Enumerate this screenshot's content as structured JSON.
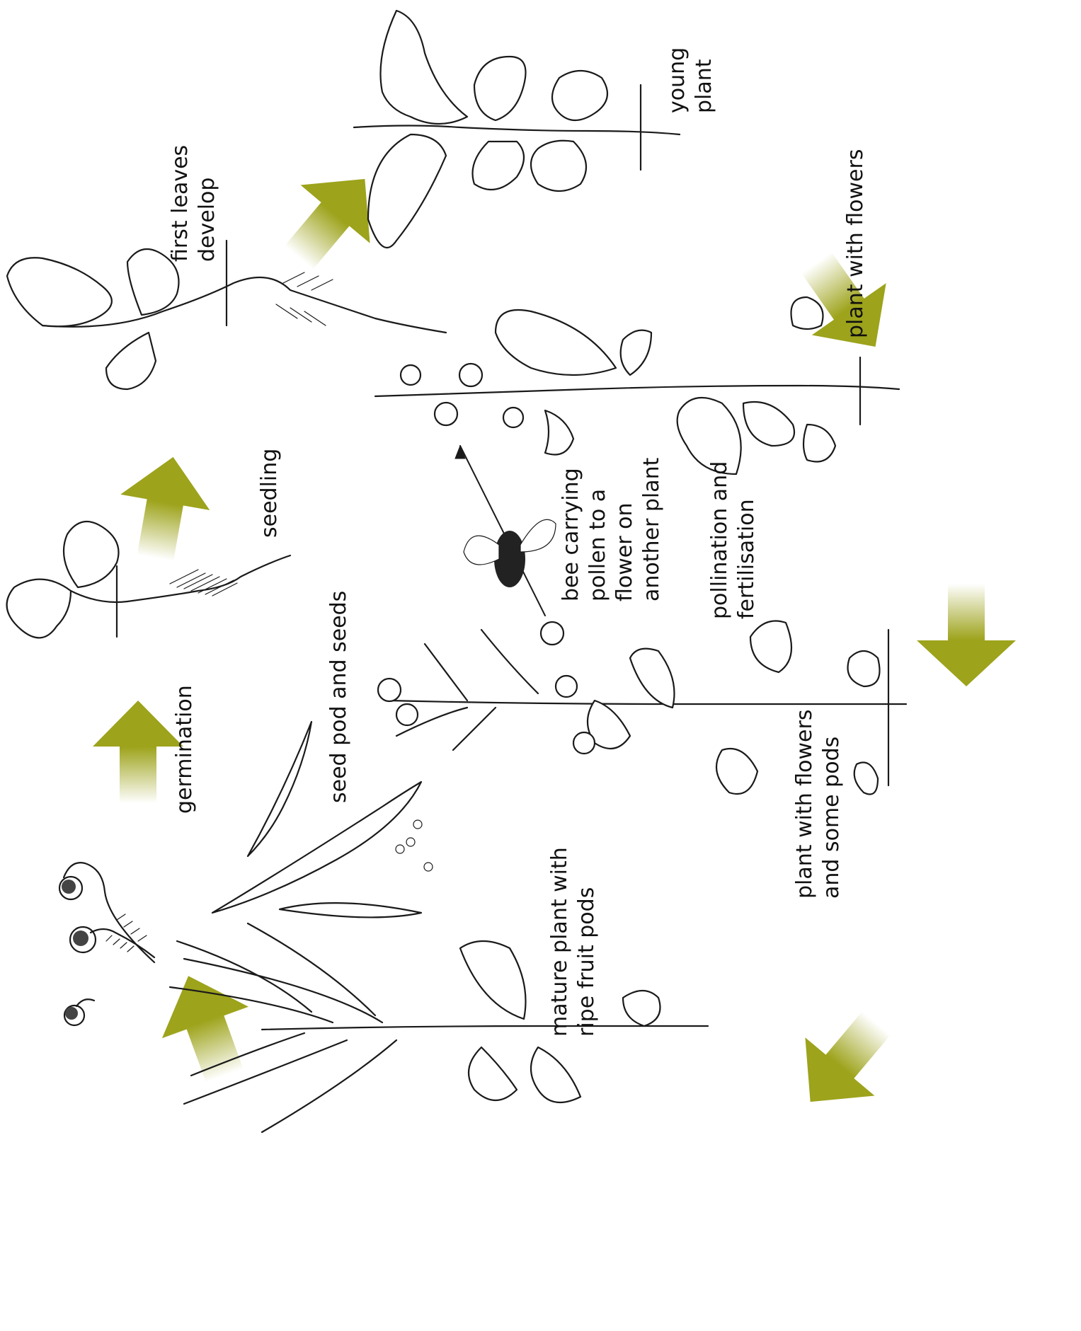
{
  "colors": {
    "arrow": "#9da31b",
    "arrow_fade": "#ffffff",
    "ink": "#1a1a1a"
  },
  "stages": {
    "germination": "germination",
    "seedling": "seedling",
    "first_leaves": [
      "first leaves",
      "develop"
    ],
    "young_plant": [
      "young",
      "plant"
    ],
    "plant_flowers": "plant with flowers",
    "pollination": [
      "pollination and",
      "fertilisation"
    ],
    "flowers_pods": [
      "plant with flowers",
      "and some pods"
    ],
    "mature": [
      "mature plant with",
      "ripe fruit pods"
    ],
    "seed_pod": "seed pod and seeds",
    "bee": [
      "bee carrying",
      "pollen to a",
      "flower on",
      "another plant"
    ]
  }
}
